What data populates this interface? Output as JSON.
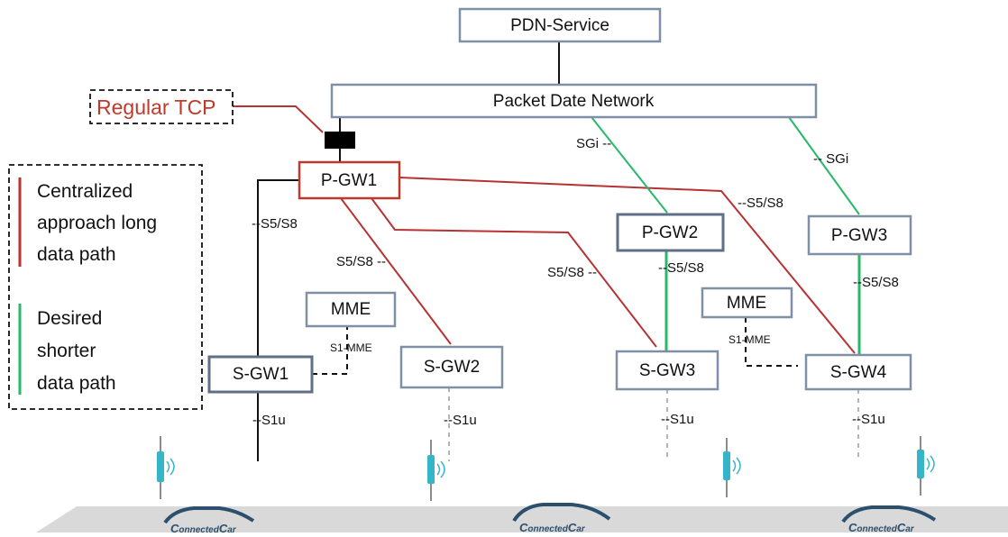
{
  "nodes": {
    "pdn_service": "PDN-Service",
    "packet_network": "Packet Date Network",
    "pgw1": "P-GW1",
    "pgw2": "P-GW2",
    "pgw3": "P-GW3",
    "sgw1": "S-GW1",
    "sgw2": "S-GW2",
    "sgw3": "S-GW3",
    "sgw4": "S-GW4",
    "mme_left": "MME",
    "mme_right": "MME"
  },
  "edge_labels": {
    "sgi_left": "SGi --",
    "sgi_right": "-- SGi",
    "s5s8_pgw1_sgw1": "--S5/S8",
    "s5s8_pgw1_sgw2": "S5/S8 --",
    "s5s8_pgw1_sgw3": "S5/S8 --",
    "s5s8_pgw1_sgw4": "--S5/S8",
    "s5s8_pgw2_sgw3": "--S5/S8",
    "s5s8_pgw3_sgw4": "--S5/S8",
    "s1mme_left": "S1-MME",
    "s1mme_right": "S1-MME",
    "s1u_sgw1": "--S1u",
    "s1u_sgw2": "--S1u",
    "s1u_sgw3": "--S1u",
    "s1u_sgw4": "--S1u"
  },
  "regular_tcp": "Regular TCP",
  "legend": {
    "red_lines": [
      "Centralized",
      "approach long",
      "data path"
    ],
    "green_lines": [
      "Desired",
      "shorter",
      "data path"
    ]
  },
  "car_brand": {
    "c1": "C",
    "rest1": "onnected",
    "c2": "C",
    "rest2": "ar"
  },
  "colors": {
    "centralized_path": "#b83232",
    "desired_path": "#27b86a",
    "regular_tcp": "#c0392b",
    "node_border": "#7f8fa6",
    "road": "#d9d9d9",
    "antenna": "#35b6c8"
  }
}
